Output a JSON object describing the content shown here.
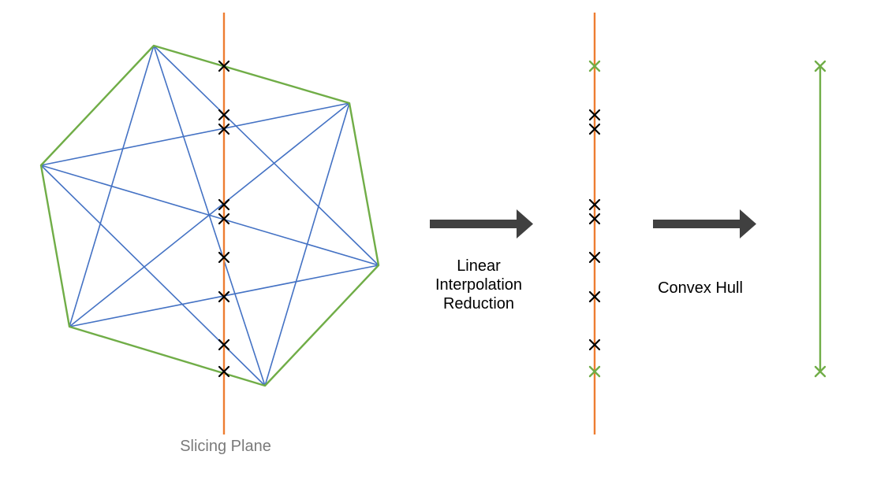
{
  "colors": {
    "hull_edge": "#70ad47",
    "interior_edge": "#4472c4",
    "slicing_plane": "#ed7d31",
    "arrow": "#404040",
    "intersection_marker": "#000000",
    "hull_marker": "#70ad47",
    "plane_label": "#7a7a7a"
  },
  "labels": {
    "slicing_plane": "Slicing Plane",
    "step_interpolation": [
      "Linear",
      "Interpolation",
      "Reduction"
    ],
    "step_convex_hull": "Convex Hull"
  },
  "icons": {
    "marker": "x-mark"
  }
}
